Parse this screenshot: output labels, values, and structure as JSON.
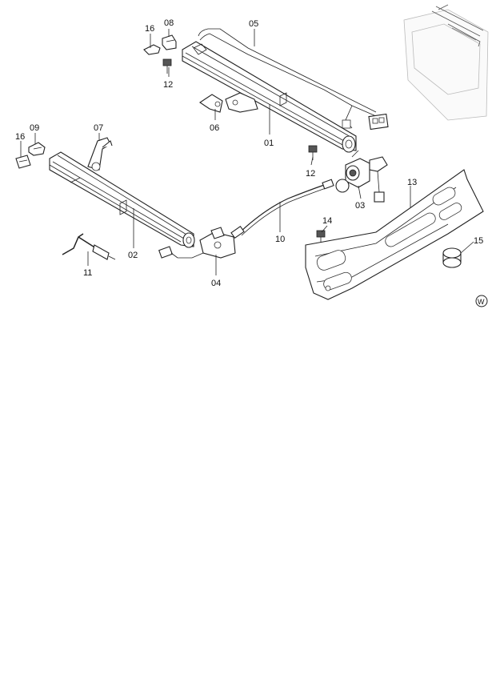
{
  "callouts": {
    "p01": "01",
    "p02": "02",
    "p03": "03",
    "p04": "04",
    "p05": "05",
    "p06": "06",
    "p07": "07",
    "p08": "08",
    "p09": "09",
    "p10": "10",
    "p11": "11",
    "p12a": "12",
    "p12b": "12",
    "p13": "13",
    "p14": "14",
    "p15": "15",
    "p16a": "16",
    "p16b": "16"
  },
  "badge": "W"
}
